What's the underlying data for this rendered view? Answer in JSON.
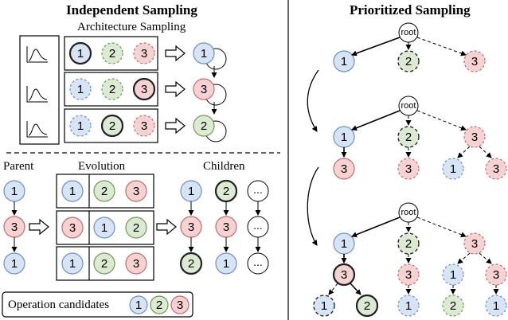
{
  "titles": {
    "independent": "Independent Sampling",
    "prioritized": "Prioritized Sampling",
    "architecture": "Architecture Sampling"
  },
  "labels": {
    "parent": "Parent",
    "evolution": "Evolution",
    "children": "Children",
    "root": "root",
    "operation_candidates": "Operation candidates",
    "ellipsis": "..."
  },
  "op_numbers": [
    "1",
    "2",
    "3"
  ],
  "colors": {
    "op1_fill": "#d6e4f6",
    "op1_stroke": "#6b8fc7",
    "op2_fill": "#dcead2",
    "op2_stroke": "#6c9a58",
    "op3_fill": "#f6d2d2",
    "op3_stroke": "#c46b6b",
    "line": "#000000"
  }
}
